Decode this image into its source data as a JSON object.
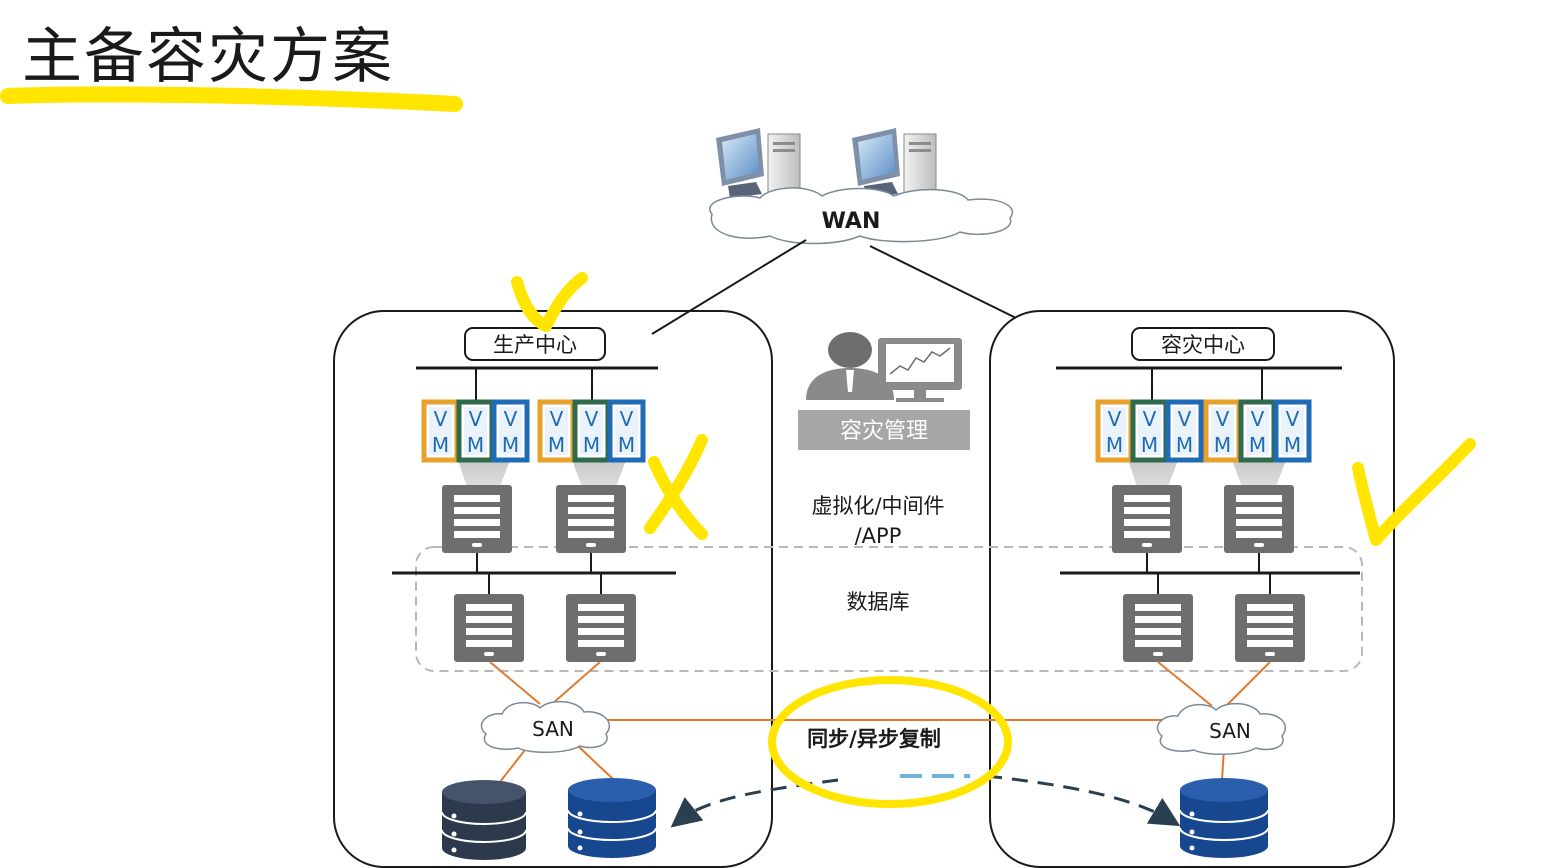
{
  "page": {
    "title": "主备容灾方案"
  },
  "wan": {
    "label": "WAN"
  },
  "production_center": {
    "label": "生产中心"
  },
  "dr_center": {
    "label": "容灾中心"
  },
  "management": {
    "label": "容灾管理"
  },
  "layers": {
    "virtualization": {
      "line1": "虚拟化/中间件",
      "line2": "/APP"
    },
    "database": "数据库"
  },
  "san": {
    "left_label": "SAN",
    "right_label": "SAN"
  },
  "replication": {
    "label": "同步/异步复制"
  },
  "vm": {
    "top": "V",
    "bottom": "M"
  },
  "colors": {
    "highlighter": "#FFE500",
    "link_orange": "#E07A2E",
    "vm_orange": "#E8A12B",
    "vm_green": "#2E6B4A",
    "vm_blue": "#1F6BB5",
    "server_gray": "#6E6E6E",
    "db_dark": "#2D3A4E",
    "db_blue": "#17478F"
  }
}
